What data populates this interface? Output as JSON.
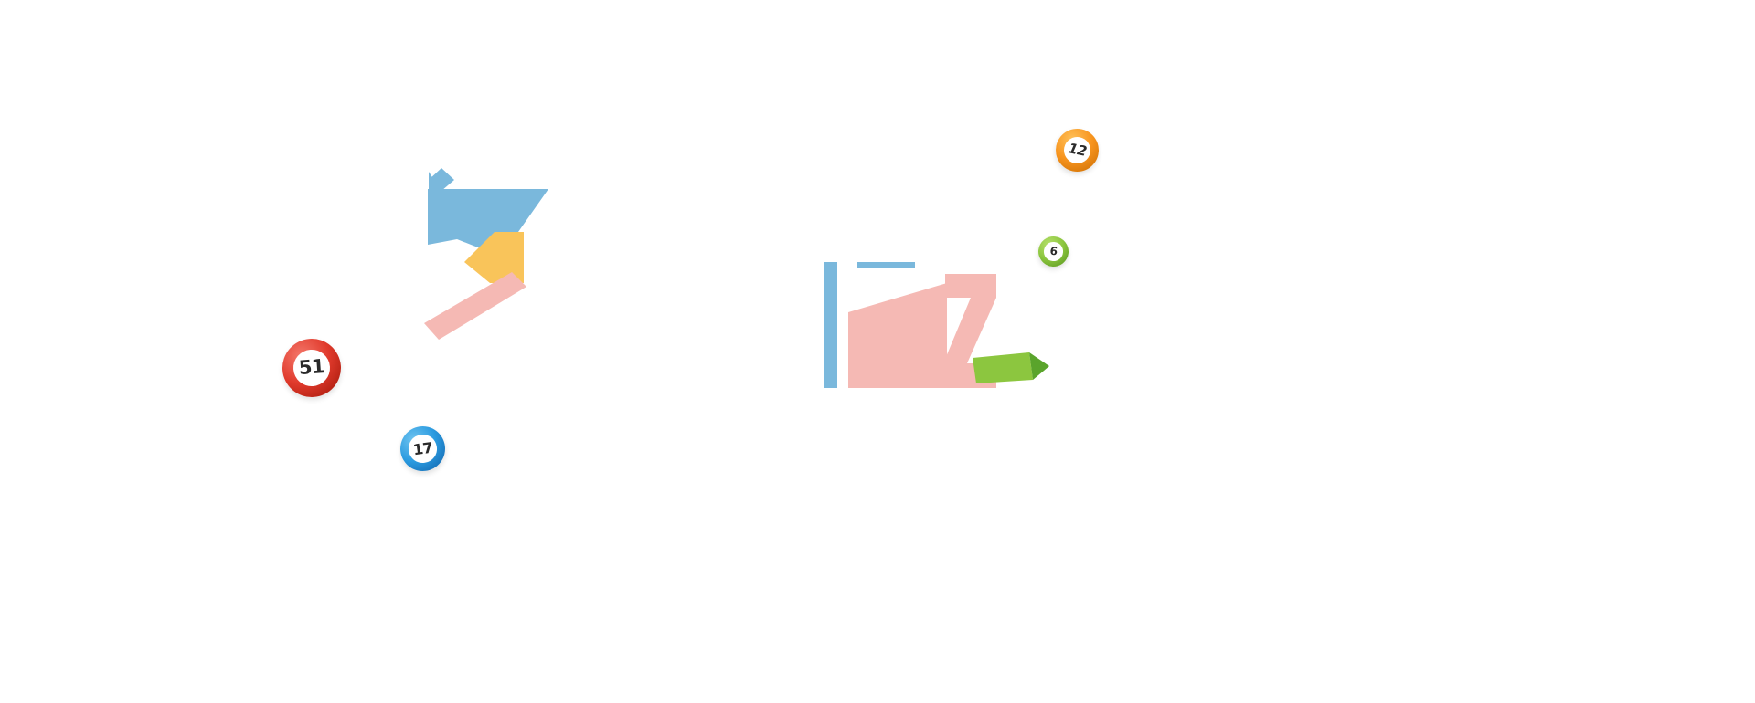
{
  "page": {
    "background": "#ffffff"
  },
  "balls": [
    {
      "number": "51",
      "color_name": "red",
      "colors": {
        "light": "#f4776a",
        "main": "#e03a2c",
        "dark": "#9e1406"
      }
    },
    {
      "number": "17",
      "color_name": "blue",
      "colors": {
        "light": "#6fc4f0",
        "main": "#2b9be0",
        "dark": "#0f5fa8"
      }
    },
    {
      "number": "12",
      "color_name": "orange",
      "colors": {
        "light": "#ffc159",
        "main": "#f7941e",
        "dark": "#c86a00"
      }
    },
    {
      "number": "6",
      "color_name": "green",
      "colors": {
        "light": "#b5e06a",
        "main": "#8cc63f",
        "dark": "#56921c"
      }
    }
  ],
  "decor": {
    "colors": {
      "blue": "#7ab8dc",
      "yellow": "#f9c45a",
      "pink": "#f5b9b4",
      "green": "#8cc63f",
      "green_dark": "#5aa42c"
    }
  }
}
